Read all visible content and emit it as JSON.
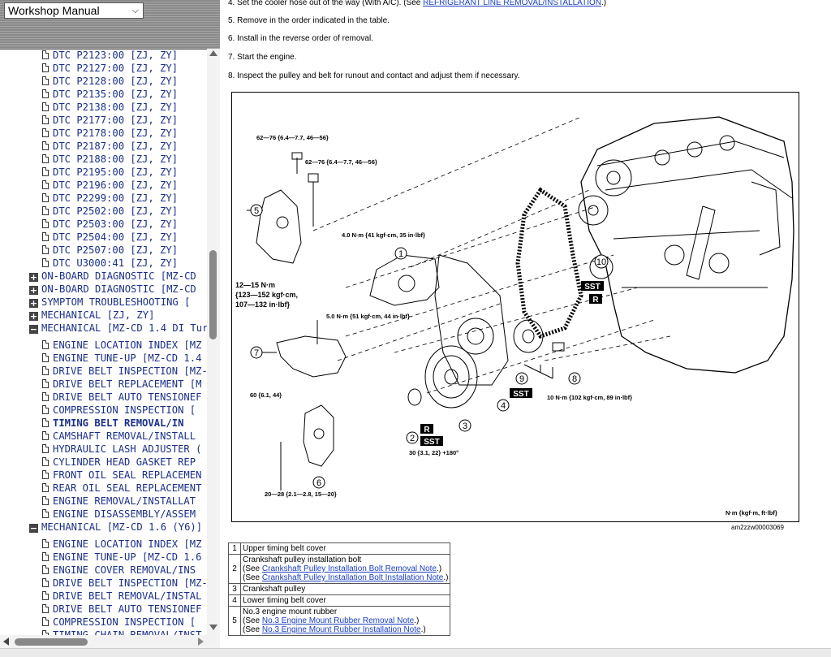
{
  "app": {
    "manual_selector": "Workshop Manual"
  },
  "tree": [
    {
      "type": "doc",
      "indent": 2,
      "label": "DTC P2123:00 [ZJ, ZY]"
    },
    {
      "type": "doc",
      "indent": 2,
      "label": "DTC P2127:00 [ZJ, ZY]"
    },
    {
      "type": "doc",
      "indent": 2,
      "label": "DTC P2128:00 [ZJ, ZY]"
    },
    {
      "type": "doc",
      "indent": 2,
      "label": "DTC P2135:00 [ZJ, ZY]"
    },
    {
      "type": "doc",
      "indent": 2,
      "label": "DTC P2138:00 [ZJ, ZY]"
    },
    {
      "type": "doc",
      "indent": 2,
      "label": "DTC P2177:00 [ZJ, ZY]"
    },
    {
      "type": "doc",
      "indent": 2,
      "label": "DTC P2178:00 [ZJ, ZY]"
    },
    {
      "type": "doc",
      "indent": 2,
      "label": "DTC P2187:00 [ZJ, ZY]"
    },
    {
      "type": "doc",
      "indent": 2,
      "label": "DTC P2188:00 [ZJ, ZY]"
    },
    {
      "type": "doc",
      "indent": 2,
      "label": "DTC P2195:00 [ZJ, ZY]"
    },
    {
      "type": "doc",
      "indent": 2,
      "label": "DTC P2196:00 [ZJ, ZY]"
    },
    {
      "type": "doc",
      "indent": 2,
      "label": "DTC P2299:00 [ZJ, ZY]"
    },
    {
      "type": "doc",
      "indent": 2,
      "label": "DTC P2502:00 [ZJ, ZY]"
    },
    {
      "type": "doc",
      "indent": 2,
      "label": "DTC P2503:00 [ZJ, ZY]"
    },
    {
      "type": "doc",
      "indent": 2,
      "label": "DTC P2504:00 [ZJ, ZY]"
    },
    {
      "type": "doc",
      "indent": 2,
      "label": "DTC P2507:00 [ZJ, ZY]"
    },
    {
      "type": "doc",
      "indent": 2,
      "label": "DTC U3000:41 [ZJ, ZY]"
    },
    {
      "type": "plus",
      "indent": 1,
      "label": "ON-BOARD DIAGNOSTIC [MZ-CD"
    },
    {
      "type": "plus",
      "indent": 1,
      "label": "ON-BOARD DIAGNOSTIC [MZ-CD"
    },
    {
      "type": "plus",
      "indent": 1,
      "label": "SYMPTOM TROUBLESHOOTING ["
    },
    {
      "type": "plus",
      "indent": 1,
      "label": "MECHANICAL [ZJ, ZY]"
    },
    {
      "type": "minus",
      "indent": 1,
      "label": "MECHANICAL [MZ-CD 1.4 DI Tur"
    },
    {
      "type": "doc",
      "indent": 2,
      "label": "ENGINE LOCATION INDEX [MZ"
    },
    {
      "type": "doc",
      "indent": 2,
      "label": "ENGINE TUNE-UP [MZ-CD 1.4"
    },
    {
      "type": "doc",
      "indent": 2,
      "label": "DRIVE BELT INSPECTION [MZ-"
    },
    {
      "type": "doc",
      "indent": 2,
      "label": "DRIVE BELT REPLACEMENT [M"
    },
    {
      "type": "doc",
      "indent": 2,
      "label": "DRIVE BELT AUTO TENSIONEF"
    },
    {
      "type": "doc",
      "indent": 2,
      "label": "COMPRESSION INSPECTION ["
    },
    {
      "type": "doc",
      "indent": 2,
      "label": "TIMING BELT REMOVAL/IN",
      "bold": true
    },
    {
      "type": "doc",
      "indent": 2,
      "label": "CAMSHAFT REMOVAL/INSTALL"
    },
    {
      "type": "doc",
      "indent": 2,
      "label": "HYDRAULIC LASH ADJUSTER ("
    },
    {
      "type": "doc",
      "indent": 2,
      "label": "CYLINDER HEAD GASKET REP"
    },
    {
      "type": "doc",
      "indent": 2,
      "label": "FRONT OIL SEAL REPLACEMEN"
    },
    {
      "type": "doc",
      "indent": 2,
      "label": "REAR OIL SEAL REPLACEMENT"
    },
    {
      "type": "doc",
      "indent": 2,
      "label": "ENGINE REMOVAL/INSTALLAT"
    },
    {
      "type": "doc",
      "indent": 2,
      "label": "ENGINE DISASSEMBLY/ASSEM"
    },
    {
      "type": "minus",
      "indent": 1,
      "label": "MECHANICAL [MZ-CD 1.6 (Y6)]"
    },
    {
      "type": "doc",
      "indent": 2,
      "label": "ENGINE LOCATION INDEX [MZ"
    },
    {
      "type": "doc",
      "indent": 2,
      "label": "ENGINE TUNE-UP [MZ-CD 1.6"
    },
    {
      "type": "doc",
      "indent": 2,
      "label": "ENGINE COVER REMOVAL/INS"
    },
    {
      "type": "doc",
      "indent": 2,
      "label": "DRIVE BELT INSPECTION [MZ-"
    },
    {
      "type": "doc",
      "indent": 2,
      "label": "DRIVE BELT REMOVAL/INSTAL"
    },
    {
      "type": "doc",
      "indent": 2,
      "label": "DRIVE BELT AUTO TENSIONEF"
    },
    {
      "type": "doc",
      "indent": 2,
      "label": "COMPRESSION INSPECTION ["
    },
    {
      "type": "doc",
      "indent": 2,
      "label": "TIMING CHAIN REMOVAL/INST"
    }
  ],
  "steps": [
    {
      "num": "4.",
      "text": "Set the cooler hose out of the way (With A/C). (See ",
      "link": "REFRIGERANT LINE REMOVAL/INSTALLATION",
      "after": ".)"
    },
    {
      "num": "5.",
      "text": "Remove in the order indicated in the table.",
      "link": "",
      "after": ""
    },
    {
      "num": "6.",
      "text": "Install in the reverse order of removal.",
      "link": "",
      "after": ""
    },
    {
      "num": "7.",
      "text": "Start the engine.",
      "link": "",
      "after": ""
    },
    {
      "num": "8.",
      "text": "Inspect the pulley and belt for runout and contact and adjust them if necessary.",
      "link": "",
      "after": ""
    }
  ],
  "figure": {
    "labels": {
      "t1": "62—76 {6.4—7.7, 46—56}",
      "t2": "62—76 {6.4—7.7, 46—56}",
      "t3": "4.0 N·m {41 kgf·cm, 35 in·lbf}",
      "t4a": "12—15 N·m",
      "t4b": "{123—152 kgf·cm,",
      "t4c": "107—132 in·lbf}",
      "t5": "5.0 N·m {51 kgf·cm, 44 in·lbf}",
      "t6": "60 {6.1, 44}",
      "t7": "10 N·m {102 kgf·cm, 89 in·lbf}",
      "t8": "30 {3.1, 22} +180°",
      "t9": "20—28 {2.1—2.8, 15—20}",
      "units": "N·m {kgf·m, ft·lbf}"
    },
    "callouts": [
      "1",
      "2",
      "3",
      "4",
      "5",
      "6",
      "7",
      "8",
      "9",
      "10"
    ],
    "badges": {
      "sst": "SST",
      "r": "R"
    },
    "figure_id": "am2zzw00003069"
  },
  "parts": [
    {
      "num": "1",
      "lines": [
        {
          "text": "Upper timing belt cover"
        }
      ]
    },
    {
      "num": "2",
      "lines": [
        {
          "text": "Crankshaft pulley installation bolt"
        },
        {
          "pre": "(See ",
          "link": "Crankshaft Pulley Installation Bolt Removal Note",
          "post": ".)"
        },
        {
          "pre": "(See ",
          "link": "Crankshaft Pulley Installation Bolt Installation Note",
          "post": ".)"
        }
      ]
    },
    {
      "num": "3",
      "lines": [
        {
          "text": "Crankshaft pulley"
        }
      ]
    },
    {
      "num": "4",
      "lines": [
        {
          "text": "Lower timing belt cover"
        }
      ]
    },
    {
      "num": "5",
      "lines": [
        {
          "text": "No.3 engine mount rubber"
        },
        {
          "pre": "(See ",
          "link": "No.3 Engine Mount Rubber Removal Note",
          "post": ".)"
        },
        {
          "pre": "(See ",
          "link": "No.3 Engine Mount Rubber Installation Note",
          "post": ".)"
        }
      ]
    }
  ]
}
